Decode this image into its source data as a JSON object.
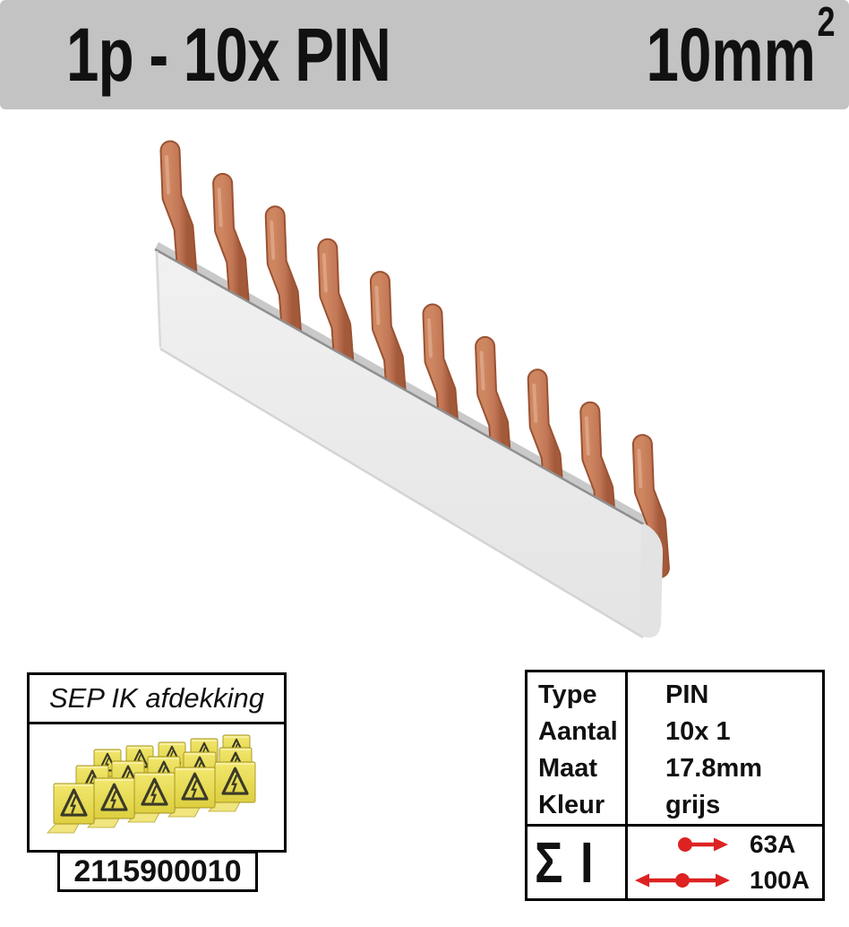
{
  "colors": {
    "header_bg": "#c3c3c3",
    "border_black": "#000000",
    "arrow_red": "#dd2222",
    "busbar_gray": "#ececec",
    "copper": "#c27656",
    "clip_yellow": "#e9dc55"
  },
  "header": {
    "title": "1p - 10x PIN",
    "size_value": "10mm",
    "size_exponent": "2"
  },
  "busbar_image": {
    "pin_count": 10,
    "bar_color": "#ececec",
    "pin_color": "#c27656"
  },
  "accessory_box": {
    "title": "SEP IK afdekking",
    "article_number": "2115900010",
    "image": {
      "clip_rows": 3,
      "clips_per_row": 5
    }
  },
  "spec_table": {
    "rows": [
      {
        "label": "Type",
        "value": "PIN"
      },
      {
        "label": "Aantal",
        "value": "10x 1"
      },
      {
        "label": "Maat",
        "value": "17.8mm"
      },
      {
        "label": "Kleur",
        "value": "grijs"
      }
    ],
    "sum_symbol": "Σ I",
    "ratings": [
      {
        "label": "63A",
        "arrow": "dot-right"
      },
      {
        "label": "100A",
        "arrow": "left-dot-right"
      }
    ]
  }
}
